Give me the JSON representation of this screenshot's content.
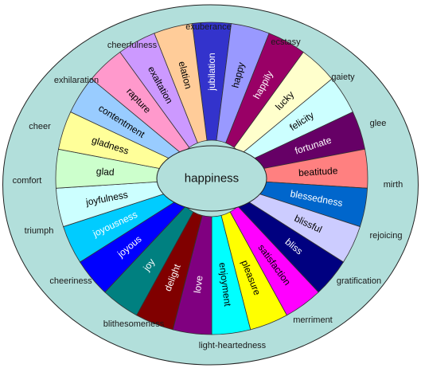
{
  "center": {
    "label": "happiness",
    "fill": "#b2dfdb"
  },
  "ring_fill": "#b2dfdb",
  "outer_words": [
    {
      "text": "exuberance"
    },
    {
      "text": "ecstasy"
    },
    {
      "text": "gaiety"
    },
    {
      "text": "glee"
    },
    {
      "text": "mirth"
    },
    {
      "text": "rejoicing"
    },
    {
      "text": "gratification"
    },
    {
      "text": "merriment"
    },
    {
      "text": "light-heartedness"
    },
    {
      "text": "blithesomeness"
    },
    {
      "text": "cheeriness"
    },
    {
      "text": "triumph"
    },
    {
      "text": "comfort"
    },
    {
      "text": "cheer"
    },
    {
      "text": "exhilaration"
    },
    {
      "text": "cheerfulness"
    }
  ],
  "wedges": [
    {
      "label": "jubilation",
      "fill": "#3333cc",
      "text_color": "#ffffff"
    },
    {
      "label": "happy",
      "fill": "#9999ff",
      "text_color": "#000000"
    },
    {
      "label": "happily",
      "fill": "#990066",
      "text_color": "#ffffff"
    },
    {
      "label": "lucky",
      "fill": "#ffffcc",
      "text_color": "#000000"
    },
    {
      "label": "felicity",
      "fill": "#ccffff",
      "text_color": "#000000"
    },
    {
      "label": "fortunate",
      "fill": "#660066",
      "text_color": "#ffffff"
    },
    {
      "label": "beatitude",
      "fill": "#ff8080",
      "text_color": "#000000"
    },
    {
      "label": "blessedness",
      "fill": "#0066cc",
      "text_color": "#ffffff"
    },
    {
      "label": "blissful",
      "fill": "#ccccff",
      "text_color": "#000000"
    },
    {
      "label": "bliss",
      "fill": "#000080",
      "text_color": "#ffffff"
    },
    {
      "label": "satisfaction",
      "fill": "#ff00ff",
      "text_color": "#000000"
    },
    {
      "label": "pleasure",
      "fill": "#ffff00",
      "text_color": "#000000"
    },
    {
      "label": "enjoyment",
      "fill": "#00ffff",
      "text_color": "#000000"
    },
    {
      "label": "love",
      "fill": "#800080",
      "text_color": "#ffffff"
    },
    {
      "label": "delight",
      "fill": "#800000",
      "text_color": "#ffffff"
    },
    {
      "label": "joy",
      "fill": "#008080",
      "text_color": "#ffffff"
    },
    {
      "label": "joyous",
      "fill": "#0000ff",
      "text_color": "#ffffff"
    },
    {
      "label": "joyousness",
      "fill": "#00ccff",
      "text_color": "#ffffff"
    },
    {
      "label": "joyfulness",
      "fill": "#ccffff",
      "text_color": "#000000"
    },
    {
      "label": "glad",
      "fill": "#ccffcc",
      "text_color": "#000000"
    },
    {
      "label": "gladness",
      "fill": "#ffff99",
      "text_color": "#000000"
    },
    {
      "label": "contentment",
      "fill": "#99ccff",
      "text_color": "#000000"
    },
    {
      "label": "rapture",
      "fill": "#ff99cc",
      "text_color": "#000000"
    },
    {
      "label": "exaltation",
      "fill": "#cc99ff",
      "text_color": "#000000"
    },
    {
      "label": "elation",
      "fill": "#ffcc99",
      "text_color": "#000000"
    }
  ]
}
